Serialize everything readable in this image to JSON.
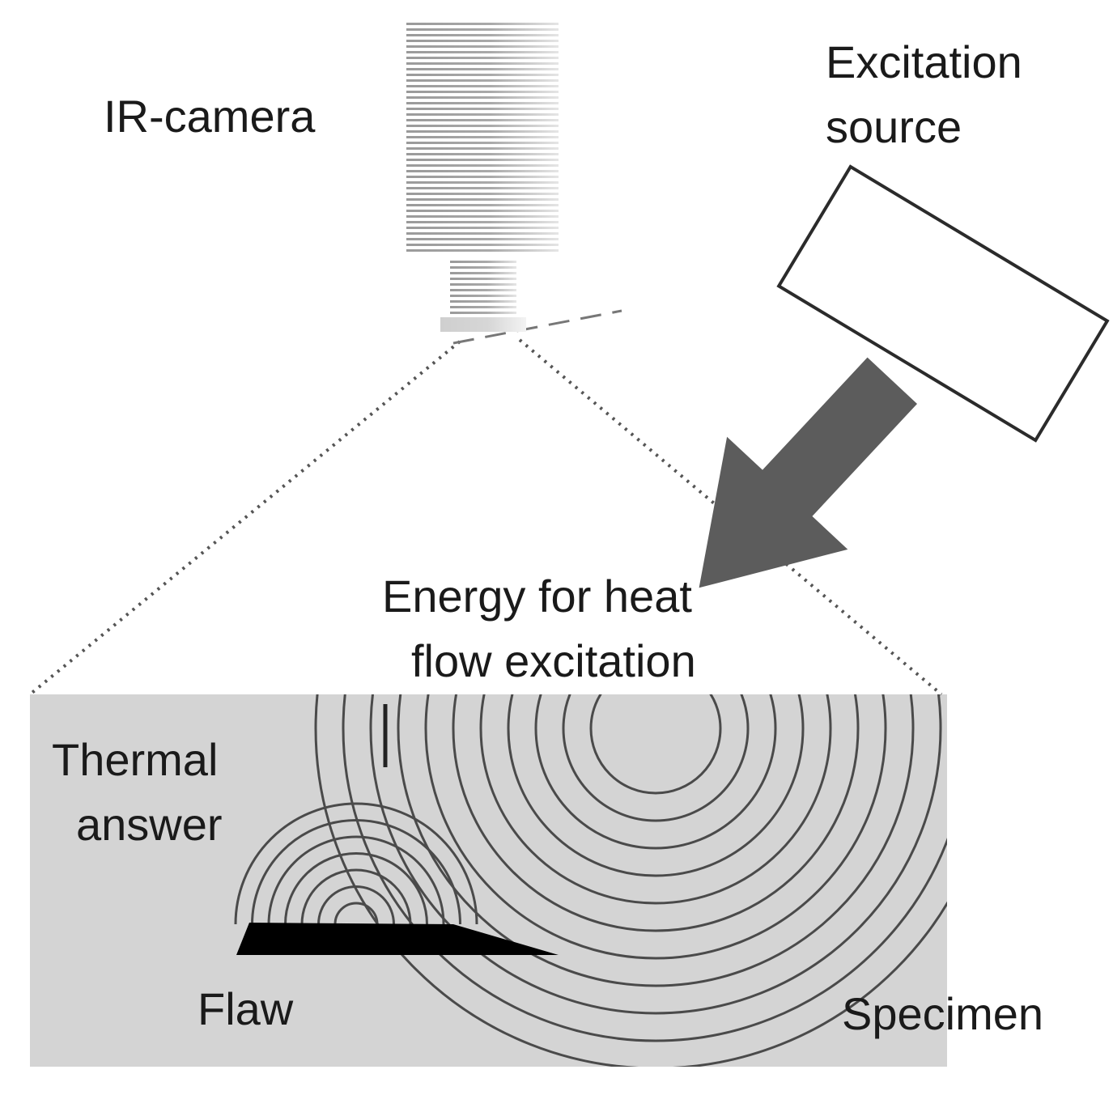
{
  "labels": {
    "ir_camera": "IR-camera",
    "excitation_line1": "Excitation",
    "excitation_line2": "source",
    "energy_line1": "Energy for heat",
    "energy_line2": "flow excitation",
    "thermal_line1": "Thermal",
    "thermal_line2": "answer",
    "flaw": "Flaw",
    "specimen": "Specimen"
  },
  "colors": {
    "specimen_fill": "#d4d4d4",
    "arrow_fill": "#5c5c5c",
    "wave_stroke": "#4a4a4a",
    "flaw_fill": "#000000",
    "text": "#1a1a1a"
  },
  "icons": {
    "camera": "ir-camera-icon",
    "source": "excitation-source-icon",
    "arrow": "energy-arrow-icon"
  }
}
